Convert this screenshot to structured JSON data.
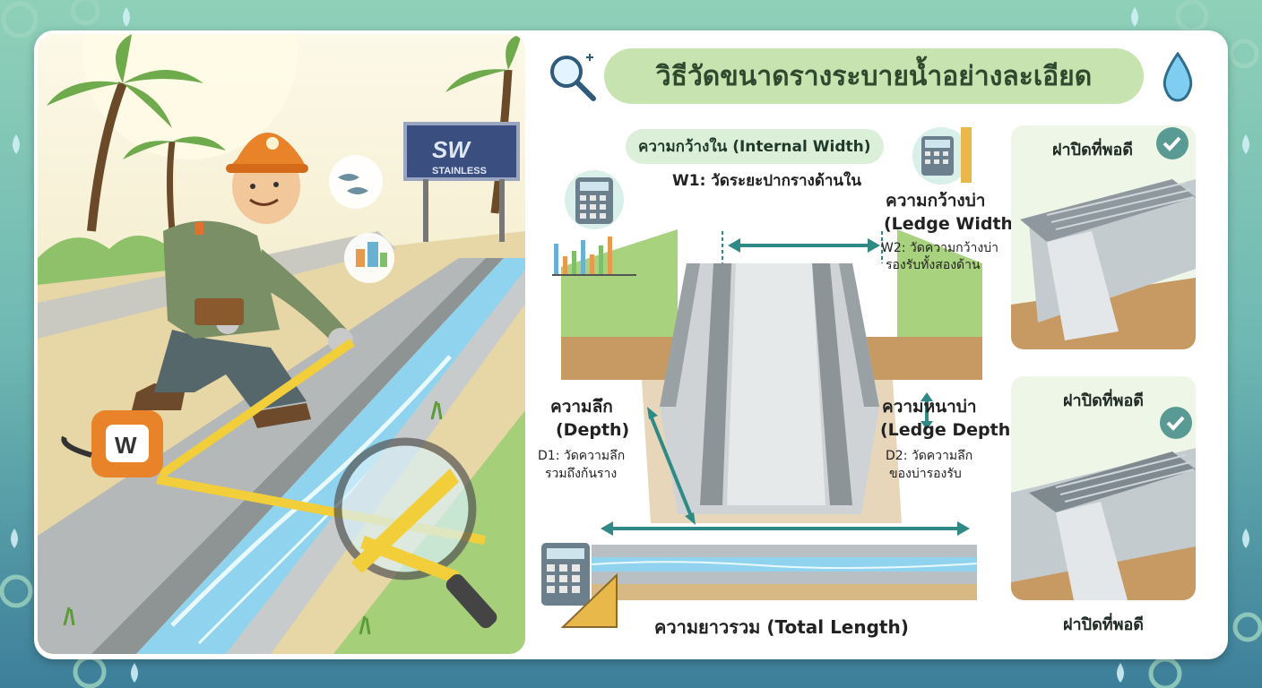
{
  "title": "วิธีวัดขนาดรางระบายน้ำอย่างละเอียด",
  "sign_brand": "SW",
  "sign_text": "STAINLESS",
  "tape_brand": "W",
  "internal_width": {
    "label": "ความกว้างใน (Internal Width)",
    "desc": "W1: วัดระยะปากรางด้านใน"
  },
  "ledge_width": {
    "label_th": "ความกว้างบ่า",
    "label_en": "(Ledge Width)",
    "desc_line1": "W2: วัดความกว้างบ่า",
    "desc_line2": "รองรับทั้งสองด้าน"
  },
  "depth": {
    "label_th": "ความลึก",
    "label_en": "(Depth)",
    "desc_line1": "D1: วัดความลึก",
    "desc_line2": "รวมถึงก้นราง"
  },
  "ledge_depth": {
    "label_th": "ความหนาบ่า",
    "label_en": "(Ledge Depth)",
    "desc_line1": "D2: วัดความลึก",
    "desc_line2": "ของบ่ารองรับ"
  },
  "total_length": {
    "label": "ความยาวรวม (Total Length)"
  },
  "side_cards": [
    {
      "label": "ฝาปิดที่พอดี"
    },
    {
      "label": "ฝาปิดที่พอดี"
    },
    {
      "label": "ฝาปิดที่พอดี"
    }
  ],
  "icons": [
    "magnifier-plus-icon",
    "water-drop-icon",
    "calculator-icon",
    "ruler-icon",
    "bar-chart-icon",
    "check-icon",
    "set-square-icon",
    "gear-icon"
  ],
  "colors": {
    "accent_green": "#c7e3b0",
    "teal": "#2f8a86",
    "background": "#6fb8b3"
  }
}
